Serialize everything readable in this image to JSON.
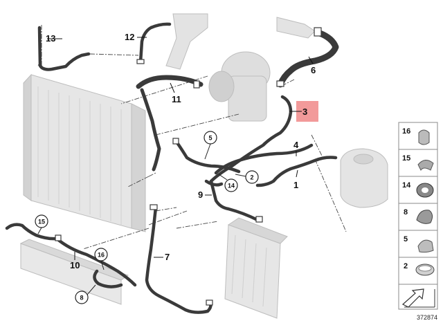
{
  "diagram": {
    "callouts": [
      "1",
      "2",
      "3",
      "4",
      "5",
      "6",
      "7",
      "8",
      "9",
      "10",
      "11",
      "12",
      "13",
      "14",
      "15",
      "16"
    ],
    "highlight_callout": "3",
    "legend_items": [
      "16",
      "15",
      "14",
      "8",
      "5",
      "2"
    ],
    "reference_number": "372874",
    "colors": {
      "hose": "#3a3a3a",
      "ghost_part": "#d8d8d8",
      "highlight": "#f29a9a",
      "leader": "#444444"
    }
  }
}
